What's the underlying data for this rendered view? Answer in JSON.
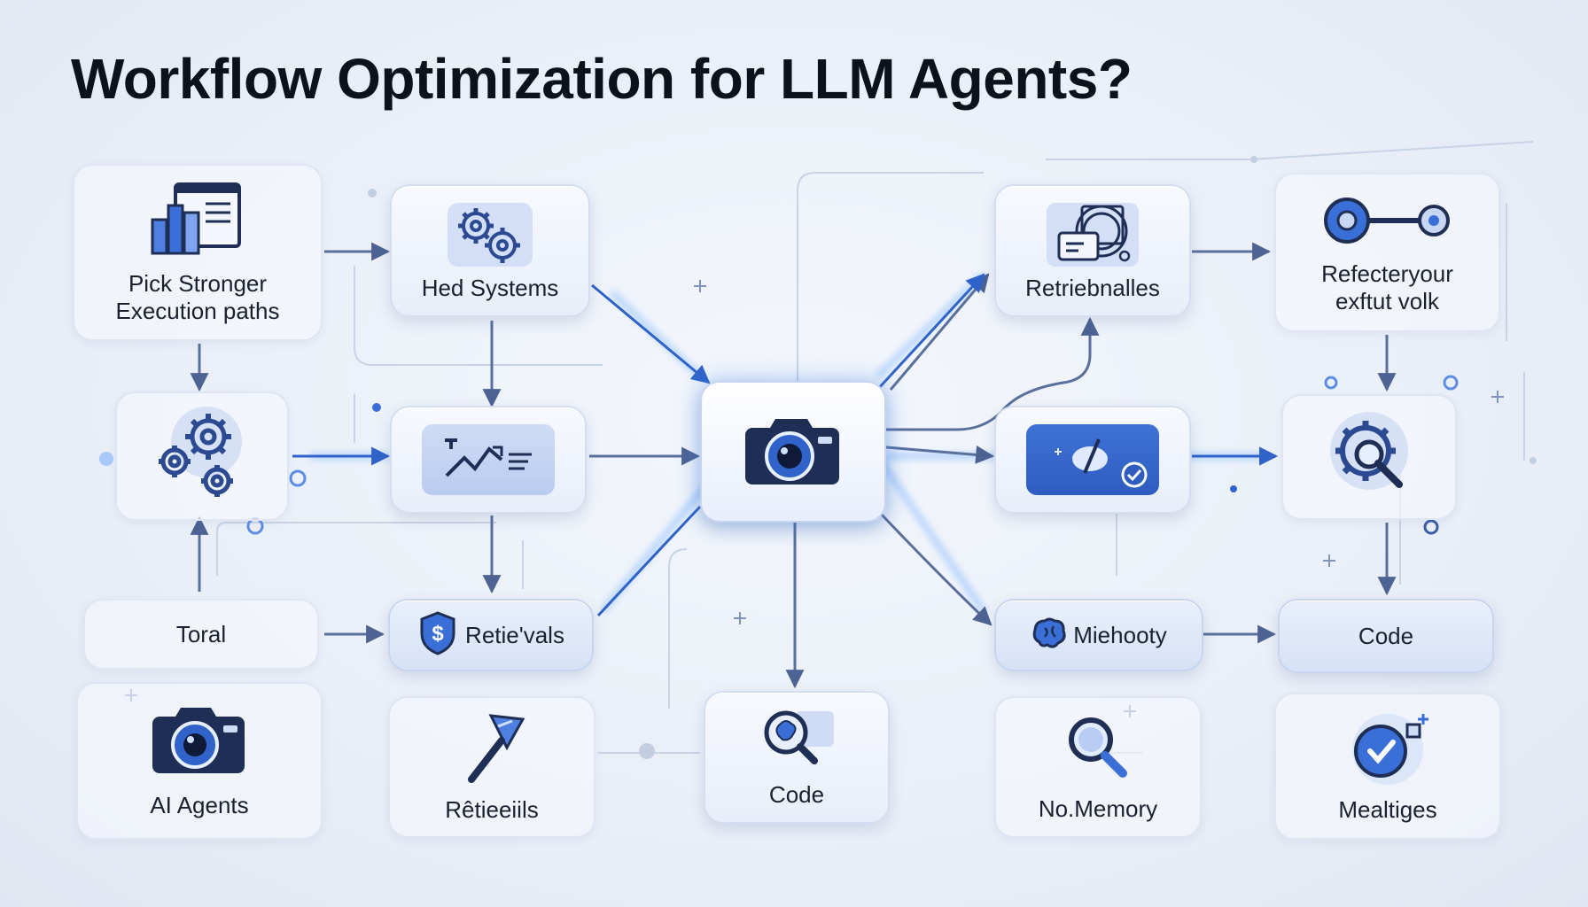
{
  "title": "Workflow Optimization for LLM Agents?",
  "colors": {
    "accent": "#3a6fd8",
    "line": "#596f9c",
    "glow": "#6aa8ff",
    "icon_dark": "#1f2e55"
  },
  "nodes": [
    {
      "id": "pick",
      "label": "Pick Stronger\nExecution paths",
      "icon": "chart-monitor-icon"
    },
    {
      "id": "hed",
      "label": "Hed Systems",
      "icon": "gears-icon"
    },
    {
      "id": "retriebnalles",
      "label": "Retriebnalles",
      "icon": "card-rings-icon"
    },
    {
      "id": "refecteryour",
      "label": "Refecteryour\nexftut volk",
      "icon": "key-gear-icon"
    },
    {
      "id": "gears",
      "label": "",
      "icon": "gears-icon"
    },
    {
      "id": "chart-panel",
      "label": "",
      "icon": "chart-panel-icon"
    },
    {
      "id": "hub",
      "label": "",
      "icon": "camera-icon"
    },
    {
      "id": "blue-panel",
      "label": "",
      "icon": "blue-check-panel-icon"
    },
    {
      "id": "gear-search",
      "label": "",
      "icon": "gear-search-icon"
    },
    {
      "id": "toral",
      "label": "Toral",
      "icon": ""
    },
    {
      "id": "retievals",
      "label": "Retie'vals",
      "icon": "shield-dollar-icon"
    },
    {
      "id": "miehooty",
      "label": "Miehooty",
      "icon": "brain-icon"
    },
    {
      "id": "code-bar",
      "label": "Code",
      "icon": ""
    },
    {
      "id": "ai-agents",
      "label": "AI Agents",
      "icon": "camera-icon"
    },
    {
      "id": "retieeiils",
      "label": "Rêtieeiils",
      "icon": "hammer-icon"
    },
    {
      "id": "code-bottom",
      "label": "Code",
      "icon": "magnifier-brain-icon"
    },
    {
      "id": "no-memory",
      "label": "No.Memory",
      "icon": "magnifier-icon"
    },
    {
      "id": "mealtiges",
      "label": "Mealtiges",
      "icon": "shield-check-icon"
    }
  ]
}
